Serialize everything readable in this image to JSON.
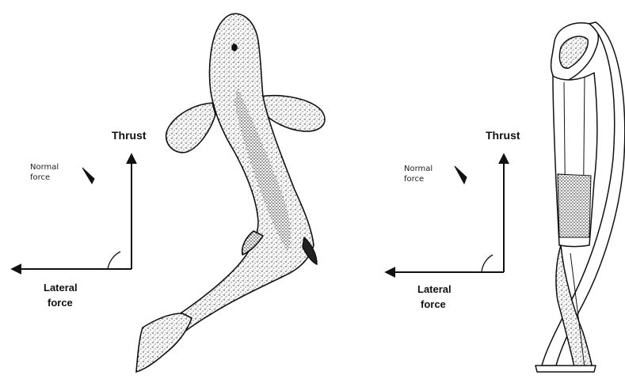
{
  "left_panel": {
    "thrust_label": "Thrust",
    "normal_force_label_line1": "Normal",
    "normal_force_label_line2": "force",
    "lateral_force_label_line1": "Lateral",
    "lateral_force_label_line2": "force",
    "figure": "shark-top-view-illustration"
  },
  "right_panel": {
    "thrust_label": "Thrust",
    "normal_force_label_line1": "Normal",
    "normal_force_label_line2": "force",
    "lateral_force_label_line1": "Lateral",
    "lateral_force_label_line2": "force",
    "figure": "mechanical-fish-model-illustration"
  },
  "colors": {
    "ink": "#111111",
    "paper": "#ffffff"
  }
}
